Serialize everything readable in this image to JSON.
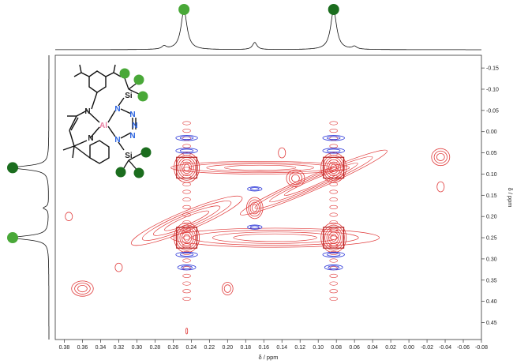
{
  "chart_data": {
    "type": "contour",
    "xlabel": "δ / ppm",
    "ylabel": "δ / ppm",
    "xlim": [
      0.39,
      -0.08
    ],
    "ylim": [
      -0.18,
      0.49
    ],
    "x_ticks": [
      0.38,
      0.36,
      0.34,
      0.32,
      0.3,
      0.28,
      0.26,
      0.24,
      0.22,
      0.2,
      0.18,
      0.16,
      0.14,
      0.12,
      0.1,
      0.08,
      0.06,
      0.04,
      0.02,
      0.0,
      -0.02,
      -0.04,
      -0.06,
      -0.08
    ],
    "y_ticks": [
      -0.15,
      -0.1,
      -0.05,
      0.0,
      0.05,
      0.1,
      0.15,
      0.2,
      0.25,
      0.3,
      0.35,
      0.4,
      0.45
    ],
    "x_tick_labels": [
      "0.38",
      "0.36",
      "0.34",
      "0.32",
      "0.30",
      "0.28",
      "0.26",
      "0.24",
      "0.22",
      "0.20",
      "0.18",
      "0.16",
      "0.14",
      "0.12",
      "0.10",
      "0.08",
      "0.06",
      "0.04",
      "0.02",
      "0.00",
      "-0.02",
      "-0.04",
      "-0.06",
      "-0.08"
    ],
    "y_tick_labels": [
      "-0.15",
      "-0.10",
      "-0.05",
      "0.00",
      "0.05",
      "0.10",
      "0.15",
      "0.20",
      "0.25",
      "0.30",
      "0.35",
      "0.40",
      "0.45"
    ],
    "grid": false,
    "positive_contour_color": "#e03a3a",
    "negative_contour_color": "#2a35d8",
    "positive_peaks": [
      {
        "x": 0.245,
        "y": 0.085,
        "rx": 0.014,
        "ry": 0.035,
        "levels": 6
      },
      {
        "x": 0.245,
        "y": 0.25,
        "rx": 0.014,
        "ry": 0.035,
        "levels": 6
      },
      {
        "x": 0.083,
        "y": 0.085,
        "rx": 0.014,
        "ry": 0.035,
        "levels": 6
      },
      {
        "x": 0.083,
        "y": 0.25,
        "rx": 0.014,
        "ry": 0.035,
        "levels": 6
      },
      {
        "x": 0.17,
        "y": 0.18,
        "rx": 0.009,
        "ry": 0.025,
        "levels": 4
      },
      {
        "x": 0.36,
        "y": 0.37,
        "rx": 0.012,
        "ry": 0.018,
        "levels": 3
      },
      {
        "x": 0.2,
        "y": 0.37,
        "rx": 0.006,
        "ry": 0.015,
        "levels": 2
      },
      {
        "x": 0.375,
        "y": 0.2,
        "rx": 0.004,
        "ry": 0.01,
        "levels": 1
      },
      {
        "x": 0.32,
        "y": 0.32,
        "rx": 0.004,
        "ry": 0.01,
        "levels": 1
      },
      {
        "x": 0.125,
        "y": 0.11,
        "rx": 0.01,
        "ry": 0.02,
        "levels": 3
      },
      {
        "x": 0.14,
        "y": 0.05,
        "rx": 0.004,
        "ry": 0.012,
        "levels": 1
      },
      {
        "x": -0.035,
        "y": 0.06,
        "rx": 0.01,
        "ry": 0.02,
        "levels": 3
      },
      {
        "x": -0.035,
        "y": 0.13,
        "rx": 0.004,
        "ry": 0.012,
        "levels": 1
      },
      {
        "x": 0.245,
        "y": 0.47,
        "rx": 0.001,
        "ry": 0.007,
        "levels": 1
      }
    ],
    "diagonal_ridges": [
      {
        "from": [
          0.29,
          0.25
        ],
        "to": [
          0.2,
          0.17
        ],
        "width": 0.045
      },
      {
        "from": [
          0.17,
          0.18
        ],
        "to": [
          0.04,
          0.06
        ],
        "width": 0.035
      },
      {
        "from": [
          0.245,
          0.085
        ],
        "to": [
          0.083,
          0.085
        ],
        "width": 0.03
      },
      {
        "from": [
          0.245,
          0.25
        ],
        "to": [
          0.05,
          0.25
        ],
        "width": 0.045
      }
    ],
    "negative_peaks": [
      {
        "x": 0.245,
        "y": 0.015,
        "rx": 0.012,
        "ry": 0.006
      },
      {
        "x": 0.245,
        "y": 0.045,
        "rx": 0.012,
        "ry": 0.006
      },
      {
        "x": 0.245,
        "y": 0.29,
        "rx": 0.012,
        "ry": 0.006
      },
      {
        "x": 0.245,
        "y": 0.32,
        "rx": 0.01,
        "ry": 0.006
      },
      {
        "x": 0.083,
        "y": 0.015,
        "rx": 0.012,
        "ry": 0.006
      },
      {
        "x": 0.083,
        "y": 0.045,
        "rx": 0.012,
        "ry": 0.006
      },
      {
        "x": 0.083,
        "y": 0.29,
        "rx": 0.012,
        "ry": 0.006
      },
      {
        "x": 0.083,
        "y": 0.32,
        "rx": 0.01,
        "ry": 0.006
      },
      {
        "x": 0.17,
        "y": 0.135,
        "rx": 0.008,
        "ry": 0.005
      },
      {
        "x": 0.17,
        "y": 0.225,
        "rx": 0.008,
        "ry": 0.005
      }
    ],
    "t1_noise_x": [
      0.245,
      0.083
    ],
    "top_projection_peaks": [
      {
        "x": 0.248,
        "height": 1.0,
        "width": 0.004,
        "marker": "light-green"
      },
      {
        "x": 0.083,
        "height": 1.0,
        "width": 0.004,
        "marker": "dark-green"
      },
      {
        "x": 0.17,
        "height": 0.18,
        "width": 0.003
      },
      {
        "x": 0.27,
        "height": 0.08,
        "width": 0.003
      },
      {
        "x": 0.06,
        "height": 0.07,
        "width": 0.003
      }
    ],
    "left_projection_peaks": [
      {
        "y": 0.085,
        "height": 1.0,
        "width": 0.006,
        "marker": "dark-green"
      },
      {
        "y": 0.25,
        "height": 1.0,
        "width": 0.006,
        "marker": "light-green"
      },
      {
        "y": 0.18,
        "height": 0.15,
        "width": 0.004
      }
    ],
    "marker_colors": {
      "light-green": "#49a838",
      "dark-green": "#1b6d1e"
    }
  },
  "molecule": {
    "atoms": {
      "N1": "N",
      "N2": "N",
      "N3": "N",
      "N4": "N",
      "N5": "N",
      "N6": "N",
      "N7": "N",
      "Al": "Al",
      "Si1": "Si",
      "Si2": "Si"
    },
    "colors": {
      "N_ring": "#2c64e0",
      "N_ligand": "#222222",
      "Al": "#e87ca0",
      "Si": "#222222",
      "bond": "#111111",
      "methyl_light": "#49a838",
      "methyl_dark": "#1b6d1e"
    }
  }
}
